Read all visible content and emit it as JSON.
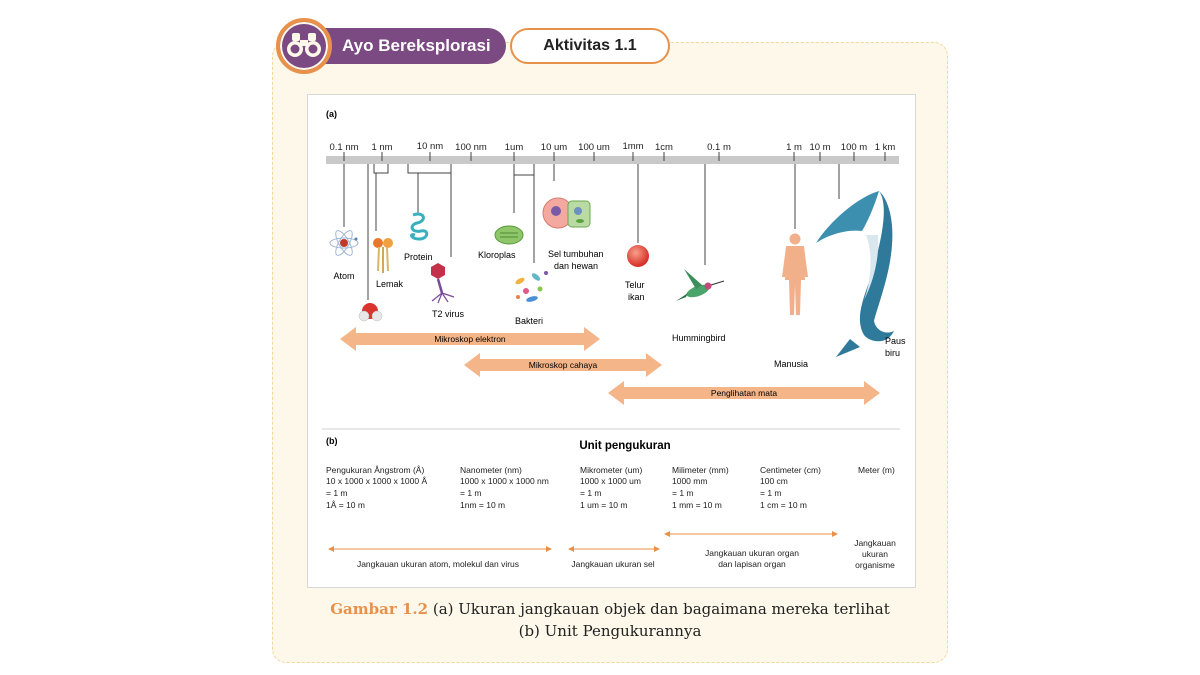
{
  "header": {
    "section_label": "Ayo Bereksplorasi",
    "activity_label": "Aktivitas 1.1",
    "badge_icon": "binoculars-icon"
  },
  "colors": {
    "accent_orange": "#e8914a",
    "header_purple": "#7b4a83",
    "arrow_fill": "#f4b589",
    "card_background": "#fdf8ea"
  },
  "figure": {
    "panel_a_label": "(a)",
    "scale_ticks": [
      "0.1 nm",
      "1 nm",
      "10 nm",
      "100 nm",
      "1um",
      "10 um",
      "100 um",
      "1mm",
      "1cm",
      "0.1 m",
      "1 m",
      "10 m",
      "100 m",
      "1 km"
    ],
    "objects": {
      "atom": "Atom",
      "lemak": "Lemak",
      "protein": "Protein",
      "virus": "T2 virus",
      "kloroplas": "Kloroplas",
      "sel_line1": "Sel tumbuhan",
      "sel_line2": "dan hewan",
      "bakteri": "Bakteri",
      "telur_line1": "Telur",
      "telur_line2": "ikan",
      "hummingbird": "Hummingbird",
      "manusia": "Manusia",
      "paus_line1": "Paus",
      "paus_line2": "biru"
    },
    "ranges": {
      "elektron": "Mikroskop elektron",
      "cahaya": "Mikroskop cahaya",
      "mata": "Penglihatan mata"
    },
    "panel_b_label": "(b)",
    "units_title": "Unit pengukuran",
    "units": [
      {
        "l1": "Pengukuran Ångstrom (Å)",
        "l2": "10 x 1000 x 1000 x 1000 Å",
        "l3": "= 1 m",
        "l4": "1Å = 10   m"
      },
      {
        "l1": "Nanometer (nm)",
        "l2": "1000 x 1000 x 1000 nm",
        "l3": "= 1 m",
        "l4": "1nm = 10   m"
      },
      {
        "l1": "Mikrometer (um)",
        "l2": "1000 x 1000 um",
        "l3": "= 1 m",
        "l4": "1 um = 10   m"
      },
      {
        "l1": "Milimeter (mm)",
        "l2": "1000 mm",
        "l3": "= 1 m",
        "l4": "1 mm = 10   m"
      },
      {
        "l1": "Centimeter (cm)",
        "l2": "100 cm",
        "l3": "= 1 m",
        "l4": "1 cm = 10   m"
      },
      {
        "l1": "Meter (m)"
      }
    ],
    "spans": {
      "atom": "Jangkauan ukuran atom, molekul dan virus",
      "sel": "Jangkauan ukuran sel",
      "organ_line1": "Jangkauan ukuran organ",
      "organ_line2": "dan lapisan organ",
      "organisme_line1": "Jangkauan",
      "organisme_line2": "ukuran",
      "organisme_line3": "organisme"
    }
  },
  "caption": {
    "label": "Gambar 1.2",
    "line1": "(a) Ukuran jangkauan objek dan bagaimana mereka terlihat",
    "line2": "(b) Unit Pengukurannya"
  }
}
